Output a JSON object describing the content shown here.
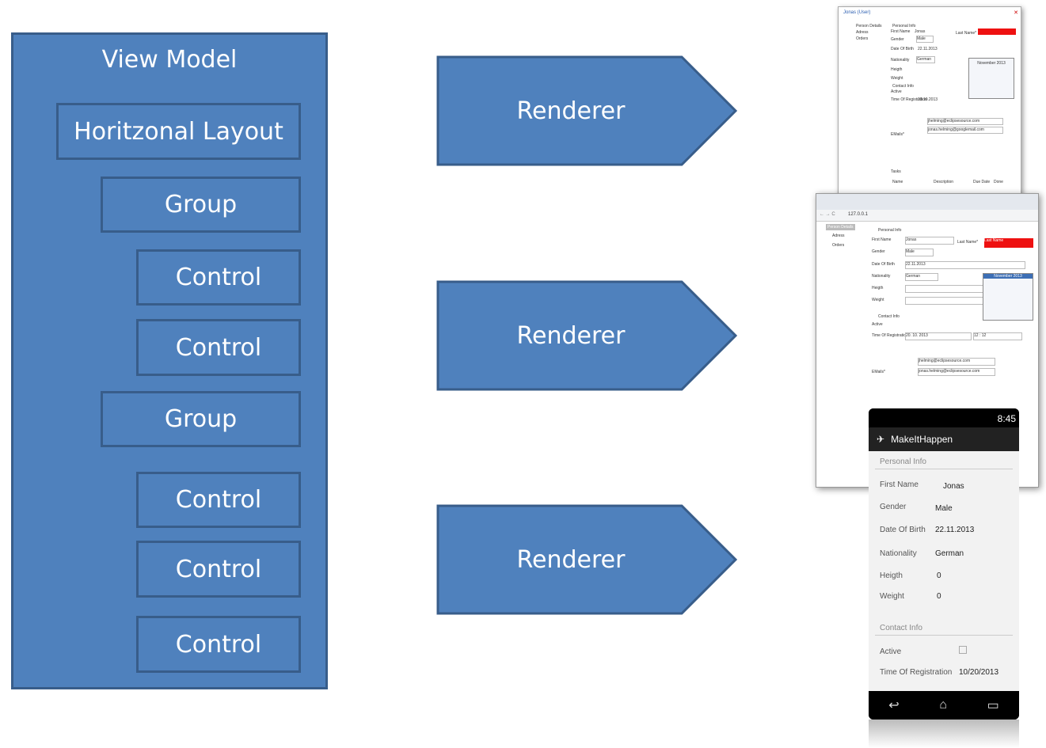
{
  "view_model": {
    "title": "View Model",
    "horizontal_layout": "Horitzonal Layout",
    "groups": [
      {
        "label": "Group",
        "controls": [
          "Control",
          "Control"
        ]
      },
      {
        "label": "Group",
        "controls": [
          "Control",
          "Control",
          "Control"
        ]
      }
    ]
  },
  "renderers": [
    "Renderer",
    "Renderer",
    "Renderer"
  ],
  "colors": {
    "box_fill": "#4f81bd",
    "box_border": "#385d8a",
    "error_red": "#ee1111"
  },
  "desktop": {
    "title": "Jonas (User)",
    "nav": [
      "Person Details",
      "Adress",
      "Orders"
    ],
    "section": "Personal Info",
    "first_name_label": "First Name",
    "first_name": "Jonas",
    "last_name_label": "Last Name*",
    "gender_label": "Gender",
    "gender": "Male",
    "dob_label": "Date Of Birth",
    "dob": "22.11.2013",
    "nationality_label": "Nationality",
    "nationality": "German",
    "height_label": "Heigth",
    "weight_label": "Weight",
    "contact_label": "Contact Info",
    "active_label": "Active",
    "time_label": "Time Of Registration",
    "time": "20.10.2013",
    "emails_label": "EMails*",
    "email1": "jhelming@eclipsesource.com",
    "email2": "jonas.helming@googlemail.com",
    "tasks_label": "Tasks",
    "tasks_cols": [
      "Name",
      "Description",
      "Due Date",
      "Done"
    ],
    "calendar_month": "November 2013"
  },
  "web": {
    "url": "127.0.0.1",
    "nav": [
      "Person Details",
      "Adress",
      "Orders"
    ],
    "section": "Personal Info",
    "first_name_label": "First Name",
    "first_name": "Jonas",
    "last_name_label": "Last Name*",
    "last_name_placeholder": "Last Name",
    "gender_label": "Gender",
    "gender": "Male",
    "dob_label": "Date Of Birth",
    "dob": "22.11.2013",
    "nationality_label": "Nationality",
    "nationality": "German",
    "height_label": "Heigth",
    "weight_label": "Weight",
    "contact_label": "Contact Info",
    "active_label": "Active",
    "time_label": "Time Of Registration",
    "time": "20. 10. 2013",
    "clock": "12 : 12",
    "emails_label": "EMails*",
    "email1": "jhelming@eclipsesource.com",
    "email2": "jonas.helming@eclipsesource.com",
    "calendar_month": "November 2013"
  },
  "mobile": {
    "clock": "8:45",
    "app_title": "MakeItHappen",
    "personal_info": "Personal Info",
    "first_name_label": "First Name",
    "first_name": "Jonas",
    "gender_label": "Gender",
    "gender": "Male",
    "dob_label": "Date Of Birth",
    "dob": "22.11.2013",
    "nationality_label": "Nationality",
    "nationality": "German",
    "height_label": "Heigth",
    "height": "0",
    "weight_label": "Weight",
    "weight": "0",
    "contact_info": "Contact Info",
    "active_label": "Active",
    "time_label": "Time Of Registration",
    "time": "10/20/2013",
    "nav_icons": [
      "back-icon",
      "home-icon",
      "recents-icon"
    ]
  }
}
